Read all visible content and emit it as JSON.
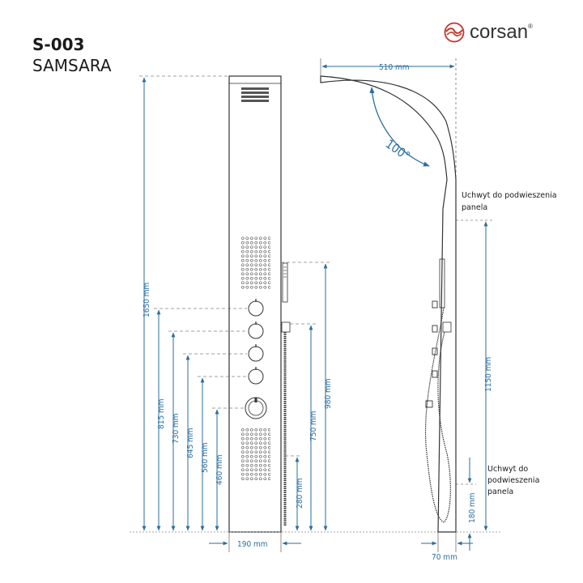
{
  "header": {
    "model_code": "S-003",
    "model_name": "SAMSARA"
  },
  "brand": {
    "name": "corsan",
    "registered": "®",
    "color": "#c0392b"
  },
  "colors": {
    "dimension": "#2a6e9e",
    "outline": "#333333"
  },
  "dimensions": {
    "total_height": "1650 mm",
    "height_1": "815 mm",
    "height_2": "730 mm",
    "height_3": "645 mm",
    "height_4": "560 mm",
    "height_5": "460 mm",
    "panel_width": "190 mm",
    "hose_top": "980 mm",
    "holder": "750 mm",
    "spout": "280 mm",
    "head_reach": "510 mm",
    "angle": "100°",
    "mount_span": "1150 mm",
    "bottom_mount": "180 mm",
    "depth": "70 mm"
  },
  "notes": {
    "upper_mount": [
      "Uchwyt do podwieszenia",
      "panela"
    ],
    "lower_mount": [
      "Uchwyt do",
      "podwieszenia",
      "panela"
    ]
  }
}
